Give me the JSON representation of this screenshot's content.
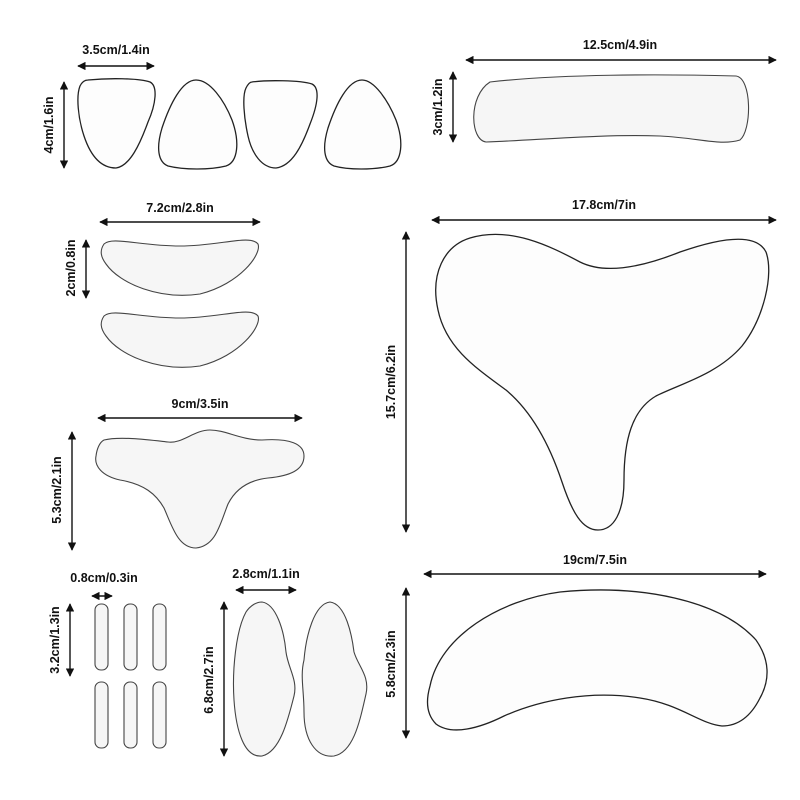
{
  "diagram": {
    "forehead_strip": {
      "width_label": "12.5cm/4.9in",
      "height_label": "3cm/1.2in"
    },
    "eye_pads": {
      "width_label": "3.5cm/1.4in",
      "height_label": "4cm/1.6in"
    },
    "under_eye": {
      "width_label": "7.2cm/2.8in",
      "height_label": "2cm/0.8in"
    },
    "forehead_t": {
      "width_label": "9cm/3.5in",
      "height_label": "5.3cm/2.1in"
    },
    "large_t": {
      "width_label": "17.8cm/7in",
      "height_label": "15.7cm/6.2in"
    },
    "small_strips": {
      "width_label": "0.8cm/0.3in",
      "height_label": "3.2cm/1.3in"
    },
    "cheek_pads": {
      "width_label": "2.8cm/1.1in",
      "height_label": "6.8cm/2.7in"
    },
    "chest_crescent": {
      "width_label": "19cm/7.5in",
      "height_label": "5.8cm/2.3in"
    }
  }
}
